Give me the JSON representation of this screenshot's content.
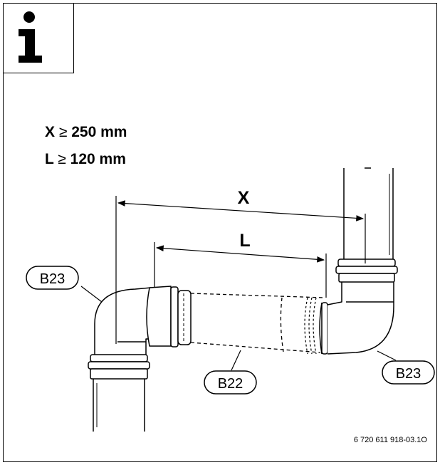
{
  "requirements": [
    {
      "variable": "X",
      "symbol": "≥",
      "value": "250 mm"
    },
    {
      "variable": "L",
      "symbol": "≥",
      "value": "120 mm"
    }
  ],
  "dimensions": {
    "x_label": "X",
    "l_label": "L"
  },
  "parts": {
    "left_elbow": "B23",
    "extension": "B22",
    "right_elbow": "B23"
  },
  "document_ref": "6 720 611 918-03.1O",
  "icon": "info-icon",
  "colors": {
    "line": "#000000",
    "background": "#ffffff"
  }
}
